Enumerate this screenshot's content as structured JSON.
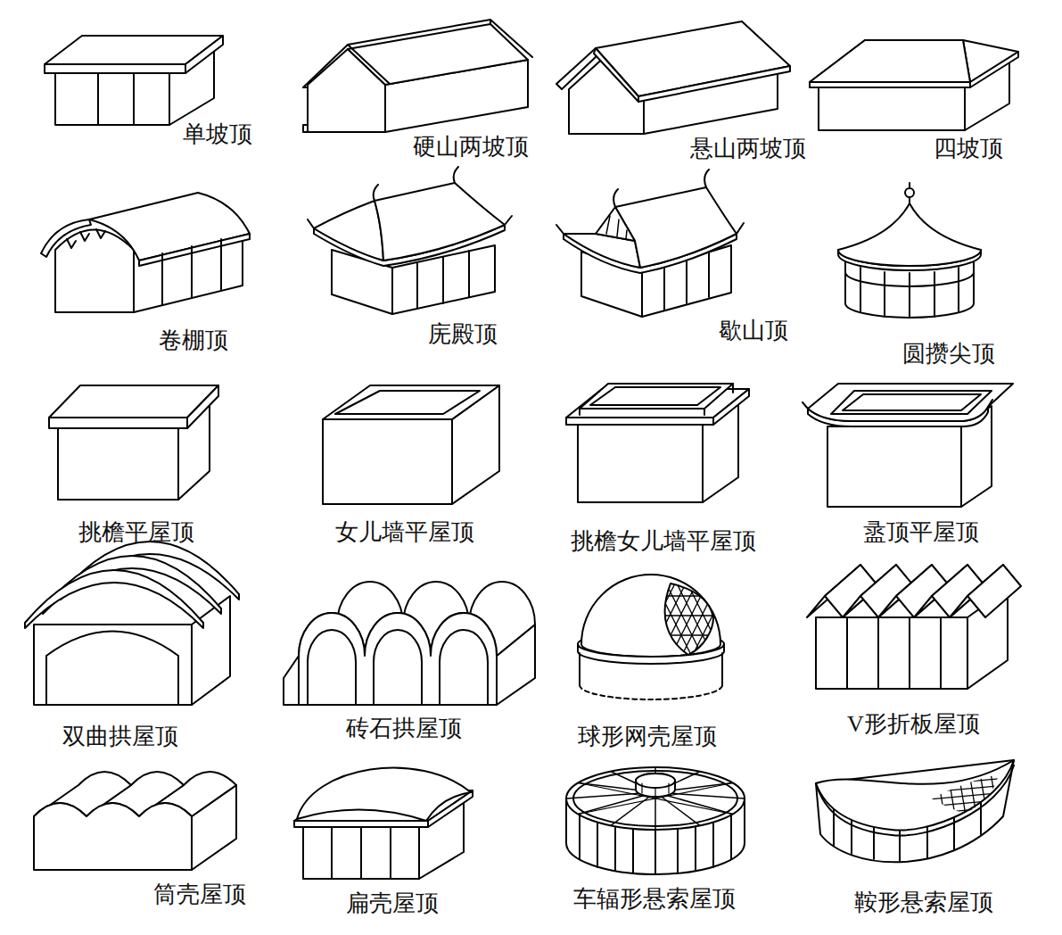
{
  "diagram": {
    "labels": [
      "单坡顶",
      "硬山两坡顶",
      "悬山两坡顶",
      "四坡顶",
      "卷棚顶",
      "庑殿顶",
      "歇山顶",
      "圆攒尖顶",
      "挑檐平屋顶",
      "女儿墙平屋顶",
      "挑檐女儿墙平屋顶",
      "盝顶平屋顶",
      "双曲拱屋顶",
      "砖石拱屋顶",
      "球形网壳屋顶",
      "V形折板屋顶",
      "筒壳屋顶",
      "扁壳屋顶",
      "车辐形悬索屋顶",
      "鞍形悬索屋顶"
    ]
  }
}
